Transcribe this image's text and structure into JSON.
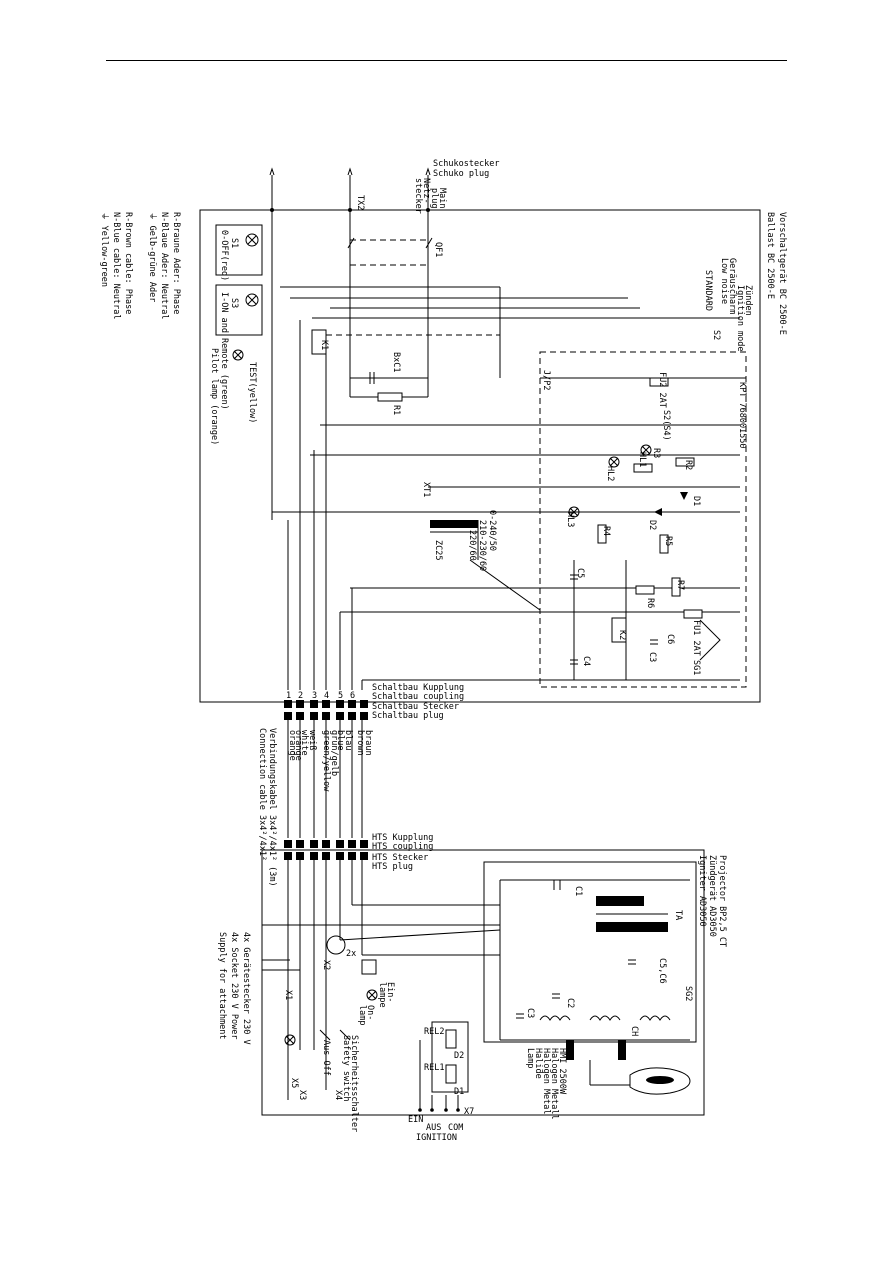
{
  "header_rule": true,
  "legend": [
    "R-Braune Ader: Phase",
    "N-Blaue Ader: Neutral",
    "⏚ Gelb-grüne Ader",
    "R-Brown cable: Phase",
    "N-Blue cable: Neutral",
    "⏚ Yellow-green"
  ],
  "ballast": {
    "title_de": "Vorschaltgerät BC 2500-E",
    "title_en": "Ballast BC 2500-E",
    "ref": "KPT 768001550",
    "ignition_label": [
      "Zünden",
      "Ignition mode",
      "Geräuscharm",
      "Low noise",
      "S2",
      "STANDARD"
    ]
  },
  "mains": {
    "plug_de": "Schukostecker",
    "plug_en": "Schuko plug",
    "main_plug": [
      "Main",
      "plug",
      "Netz-",
      "stecker"
    ],
    "tx2": "TX2",
    "qf1": "QF1"
  },
  "switches": {
    "s1": "S1",
    "s1_label": "0-OFF(red)",
    "s3": "S3",
    "s3_label": "I-ON and Remote (green)",
    "pilot": "Pilot lamp (orange)",
    "test": "TEST(yellow)",
    "hl": [
      "HL1",
      "HL2",
      "HL3"
    ]
  },
  "components": [
    "K1",
    "BxC1",
    "R1",
    "R2",
    "R3",
    "R4",
    "R5",
    "R6",
    "R7",
    "FU1 2AT",
    "FU2 2AT",
    "S2(S4)",
    "D1",
    "D2",
    "K2",
    "C3",
    "C4",
    "C5",
    "C6",
    "SG1",
    "XT1",
    "ZC25",
    "J/P2"
  ],
  "transformer_taps": [
    "0-240/50",
    "210-230/60",
    "220/60"
  ],
  "connectors": {
    "ballast_de": "Schaltbau Kupplung",
    "ballast_en": "Schaltbau coupling",
    "ballast_plug_de": "Schaltbau Stecker",
    "ballast_plug_en": "Schaltbau plug",
    "proj_de": "HTS Kupplung",
    "proj_en": "HTS coupling",
    "proj_plug_de": "HTS Stecker",
    "proj_plug_en": "HTS plug",
    "pins": [
      "1",
      "2",
      "3",
      "4",
      "5",
      "6"
    ]
  },
  "cable": {
    "de": "Verbindungskabel 3x4²/4x1² (3m)",
    "en": "Connection cable 3x4²/4x1²",
    "colors": [
      "braun",
      "brown",
      "blau",
      "blue",
      "grün/gelb",
      "green/yellow",
      "weiß",
      "white",
      "orange",
      "orange"
    ]
  },
  "projector": {
    "title": "Projector BP2,5 CT",
    "igniter_de": "Zündgerät AD3050",
    "igniter_en": "Igniter AD3050",
    "lamp": [
      "HMI 2500W",
      "Halogen Metall",
      "Halogen Metal",
      "Halide",
      "Lamp"
    ],
    "safety": [
      "Sicherheitsschalter",
      "Safety switch"
    ],
    "on_lamp": [
      "Ein-",
      "lampe",
      "On-",
      "lamp"
    ],
    "ignition": [
      "EIN",
      "AUS",
      "COM",
      "IGNITION"
    ],
    "aus": "Aus Off",
    "parts": [
      "C1",
      "C2",
      "C3",
      "C5,C6",
      "CH",
      "TA",
      "SG2",
      "REL1",
      "REL2",
      "D1",
      "D2",
      "X1",
      "X2",
      "X3",
      "X4",
      "X5",
      "X7",
      "2x"
    ],
    "socket_label": [
      "4x Gerätestecker 230 V",
      "4x Socket 230 V Power",
      "Supply for attachment"
    ]
  }
}
